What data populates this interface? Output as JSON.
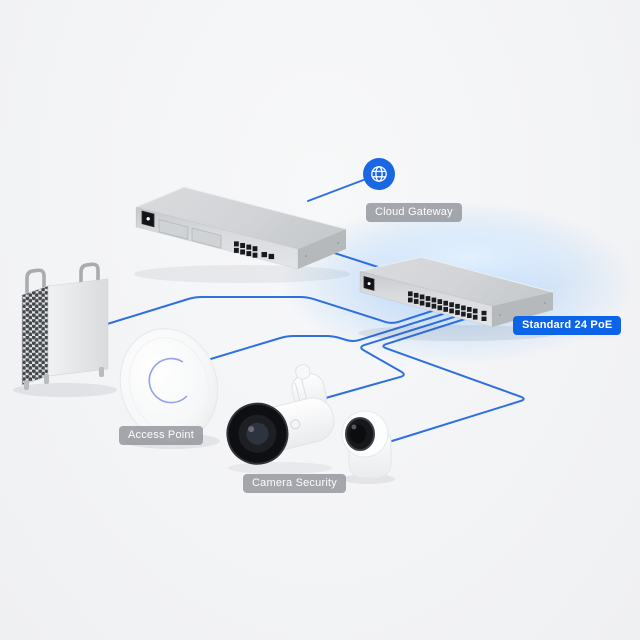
{
  "diagram": {
    "labels": {
      "cloud_gateway": "Cloud Gateway",
      "switch_badge": "Standard 24 PoE",
      "access_point": "Access Point",
      "camera_security": "Camera Security"
    },
    "icons": {
      "internet": "globe-icon"
    },
    "colors": {
      "cable_blue": "#2e6fe2",
      "badge_blue": "#0d64e8",
      "label_gray": "rgba(146,149,155,0.82)",
      "glow_blue": "#82b9f8",
      "device_metal": "#d6d8da"
    },
    "devices": [
      {
        "id": "internet",
        "kind": "internet-globe"
      },
      {
        "id": "cloud-gateway",
        "kind": "rackmount-gateway",
        "label": "Cloud Gateway"
      },
      {
        "id": "poe-switch",
        "kind": "rackmount-switch-24",
        "label": "Standard 24 PoE",
        "ports_visible": 24,
        "sfp_ports": 2
      },
      {
        "id": "workstation",
        "kind": "desktop-tower"
      },
      {
        "id": "access-point",
        "kind": "wifi-access-point",
        "label": "Access Point"
      },
      {
        "id": "bullet-camera",
        "kind": "security-camera-bullet",
        "label": "Camera Security"
      },
      {
        "id": "compact-camera",
        "kind": "security-camera-compact",
        "label": "Camera Security"
      }
    ],
    "connections": [
      {
        "from": "internet",
        "to": "cloud-gateway"
      },
      {
        "from": "cloud-gateway",
        "to": "poe-switch"
      },
      {
        "from": "poe-switch",
        "to": "workstation"
      },
      {
        "from": "poe-switch",
        "to": "access-point"
      },
      {
        "from": "poe-switch",
        "to": "bullet-camera"
      },
      {
        "from": "poe-switch",
        "to": "compact-camera"
      }
    ]
  }
}
